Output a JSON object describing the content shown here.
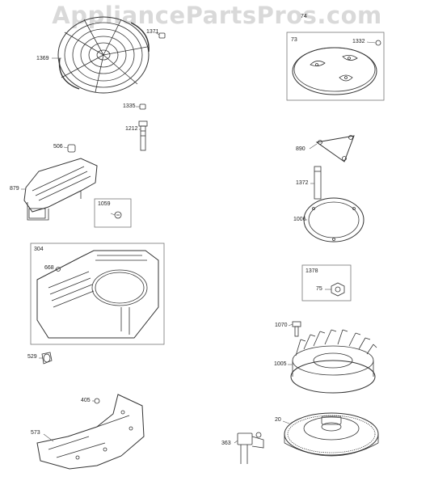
{
  "watermark": "AppliancePartsPros.com",
  "parts": {
    "p1369": "1369",
    "p1371": "1371",
    "p1335": "1335",
    "p1212": "1212",
    "p506": "506",
    "p879": "879",
    "p1059": "1059",
    "p304": "304",
    "p668": "668",
    "p529": "529",
    "p405": "405",
    "p573": "573",
    "p363": "363",
    "p74": "74",
    "p73": "73",
    "p1332": "1332",
    "p890": "890",
    "p1372": "1372",
    "p1006": "1006",
    "p1378": "1378",
    "p75": "75",
    "p1070": "1070",
    "p1005": "1005",
    "p20": "20"
  }
}
